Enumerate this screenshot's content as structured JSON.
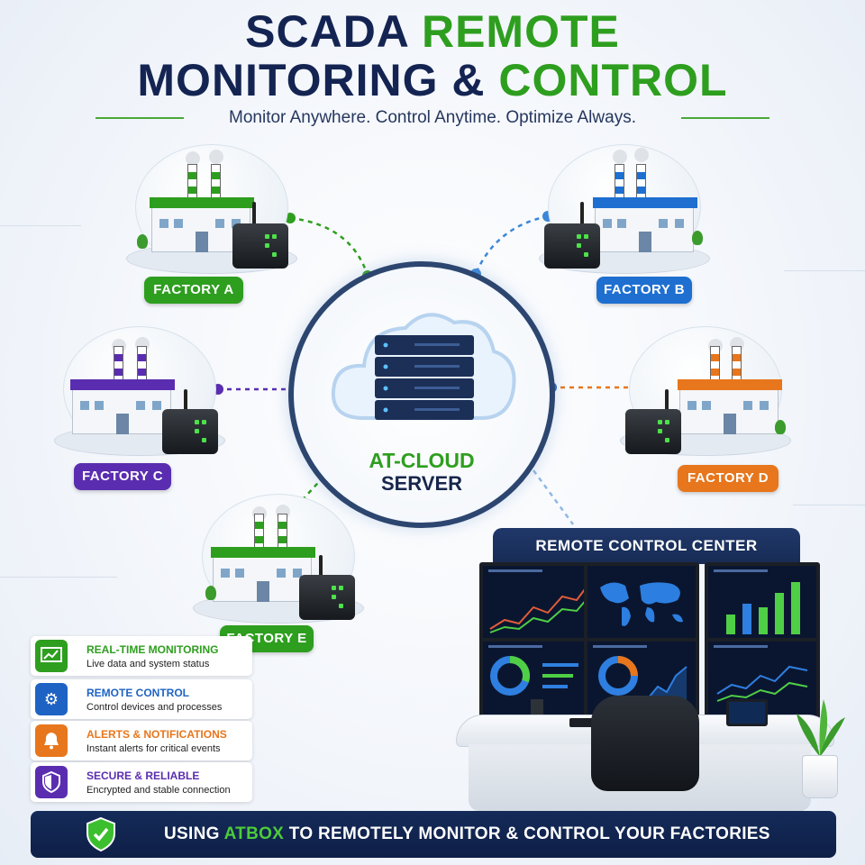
{
  "header": {
    "title_line1_a": "SCADA",
    "title_line1_b": "REMOTE",
    "title_line2_a": "MONITORING &",
    "title_line2_b": "CONTROL",
    "subtitle": "Monitor Anywhere. Control Anytime. Optimize Always."
  },
  "hub": {
    "title": "AT-CLOUD",
    "subtitle": "SERVER"
  },
  "factories": [
    {
      "label": "FACTORY A",
      "color": "#2e9e1f"
    },
    {
      "label": "FACTORY B",
      "color": "#1e6fd0"
    },
    {
      "label": "FACTORY C",
      "color": "#5a2db0"
    },
    {
      "label": "FACTORY D",
      "color": "#e7761c"
    },
    {
      "label": "FACTORY E",
      "color": "#2e9e1f"
    }
  ],
  "features": [
    {
      "title": "REAL-TIME MONITORING",
      "desc": "Live data and system status",
      "color": "#2e9e1f",
      "icon": "chart-monitor-icon"
    },
    {
      "title": "REMOTE CONTROL",
      "desc": "Control devices and processes",
      "color": "#1e63c4",
      "icon": "gear-icon"
    },
    {
      "title": "ALERTS & NOTIFICATIONS",
      "desc": "Instant alerts for critical events",
      "color": "#e7761c",
      "icon": "bell-icon"
    },
    {
      "title": "SECURE & RELIABLE",
      "desc": "Encrypted and stable connection",
      "color": "#5a2db0",
      "icon": "shield-icon"
    }
  ],
  "control_center": {
    "title": "REMOTE CONTROL CENTER"
  },
  "footer": {
    "text_a": "USING",
    "text_b": "ATBOX",
    "text_c": "TO REMOTELY MONITOR & CONTROL YOUR FACTORIES"
  }
}
